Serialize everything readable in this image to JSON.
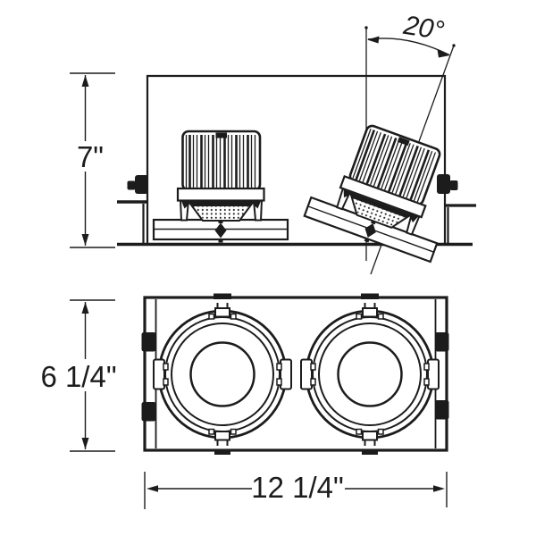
{
  "drawing": {
    "description": "Two-head recessed spotlight dimension drawing, side elevation and bottom view",
    "colors": {
      "ink": "#1c1c1c",
      "paper": "#ffffff"
    },
    "dimensions": {
      "housing_height": "7\"",
      "tilt_angle": "20°",
      "plan_height": "6 1/4\"",
      "plan_width": "12 1/4\""
    }
  }
}
